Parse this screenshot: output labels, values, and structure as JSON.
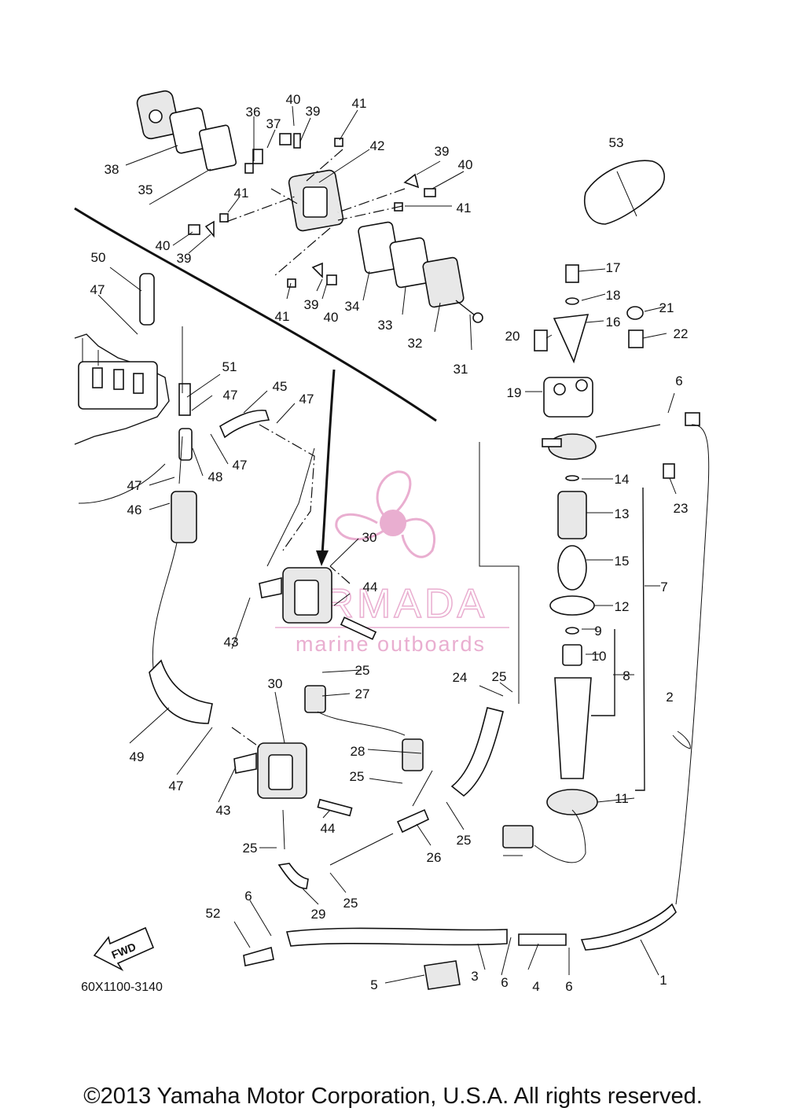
{
  "diagram_code": "60X1100-3140",
  "copyright": "©2013 Yamaha Motor Corporation, U.S.A. All rights reserved.",
  "fwd_label": "FWD",
  "watermark": {
    "brand": "ARMADA",
    "tagline": "marine outboards",
    "color": "#e6a0c8"
  },
  "callouts": {
    "c1": "1",
    "c2": "2",
    "c3": "3",
    "c4": "4",
    "c5": "5",
    "c6a": "6",
    "c6b": "6",
    "c6c": "6",
    "c6d": "6",
    "c7": "7",
    "c8": "8",
    "c9": "9",
    "c10": "10",
    "c11": "11",
    "c12": "12",
    "c13": "13",
    "c14": "14",
    "c15": "15",
    "c16": "16",
    "c17": "17",
    "c18": "18",
    "c19": "19",
    "c20": "20",
    "c21": "21",
    "c22": "22",
    "c23": "23",
    "c24": "24",
    "c25a": "25",
    "c25b": "25",
    "c25c": "25",
    "c25d": "25",
    "c25e": "25",
    "c25f": "25",
    "c26": "26",
    "c27": "27",
    "c28": "28",
    "c29": "29",
    "c30a": "30",
    "c30b": "30",
    "c31": "31",
    "c32": "32",
    "c33": "33",
    "c34": "34",
    "c35": "35",
    "c36": "36",
    "c37": "37",
    "c38": "38",
    "c39a": "39",
    "c39b": "39",
    "c39c": "39",
    "c39d": "39",
    "c40a": "40",
    "c40b": "40",
    "c40c": "40",
    "c40d": "40",
    "c41a": "41",
    "c41b": "41",
    "c41c": "41",
    "c41d": "41",
    "c42": "42",
    "c43a": "43",
    "c43b": "43",
    "c44a": "44",
    "c44b": "44",
    "c45": "45",
    "c46": "46",
    "c47a": "47",
    "c47b": "47",
    "c47c": "47",
    "c47d": "47",
    "c47e": "47",
    "c47f": "47",
    "c48": "48",
    "c49": "49",
    "c50": "50",
    "c51": "51",
    "c52": "52",
    "c53": "53"
  }
}
